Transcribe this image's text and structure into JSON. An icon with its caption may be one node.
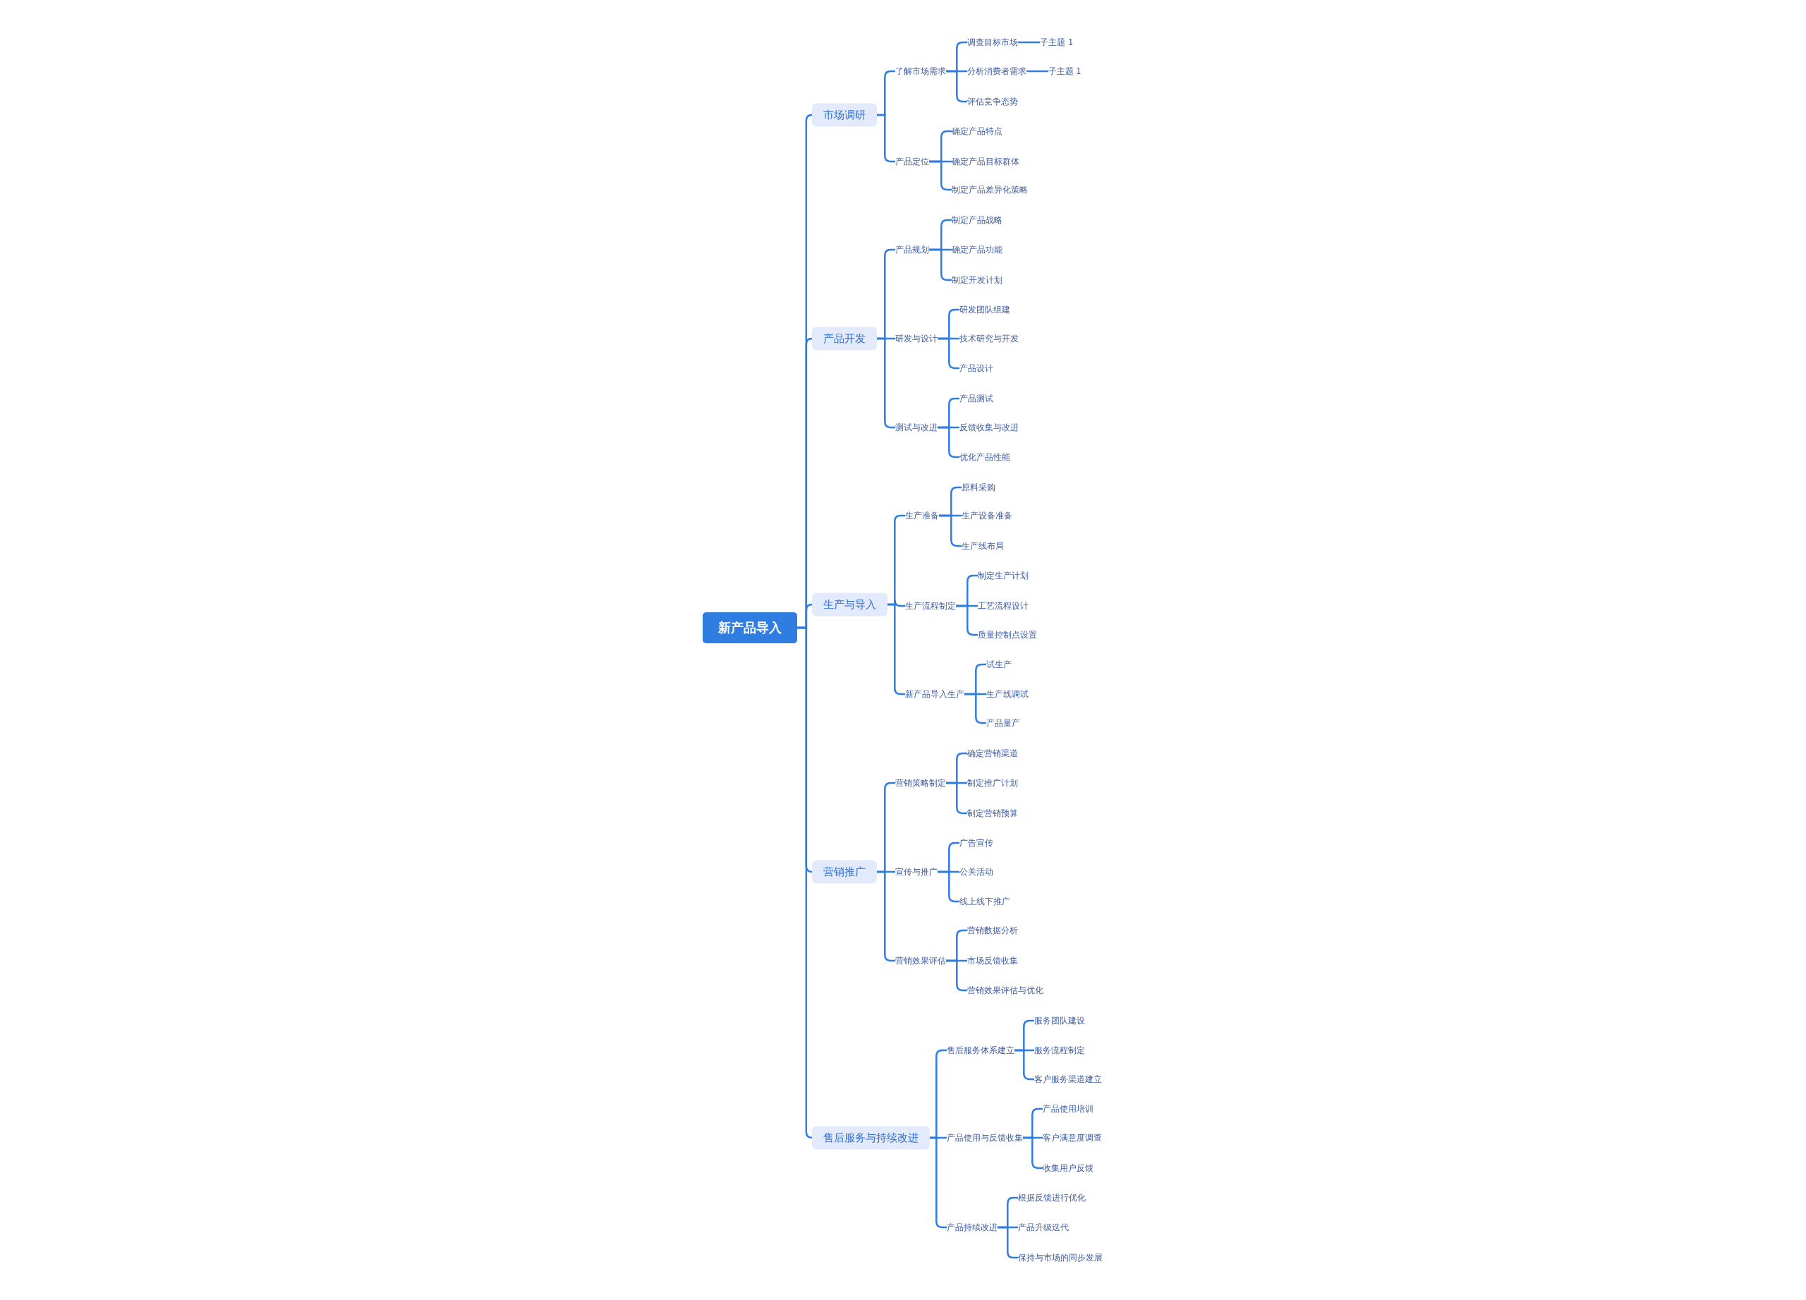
{
  "diagram": {
    "nodes": [
      {
        "text": [
          "新产品导入"
        ]
      },
      {
        "text": [
          "市场调研"
        ]
      },
      {
        "text": [
          "了解市场需求"
        ]
      },
      {
        "text": [
          "调查目标市场"
        ]
      },
      {
        "text": [
          "子主题 1"
        ]
      },
      {
        "text": [
          "分析消费者需求"
        ]
      },
      {
        "text": [
          "子主题 1"
        ]
      },
      {
        "text": [
          "评估竞争态势"
        ]
      },
      {
        "text": [
          "产品定位"
        ]
      },
      {
        "text": [
          "确定产品特点"
        ]
      },
      {
        "text": [
          "确定产品目标群体"
        ]
      },
      {
        "text": [
          "制定产品差异化策略"
        ]
      },
      {
        "text": [
          "产品开发"
        ]
      },
      {
        "text": [
          "产品规划"
        ]
      },
      {
        "text": [
          "制定产品战略"
        ]
      },
      {
        "text": [
          "确定产品功能"
        ]
      },
      {
        "text": [
          "制定开发计划"
        ]
      },
      {
        "text": [
          "研发与设计"
        ]
      },
      {
        "text": [
          "研发团队组建"
        ]
      },
      {
        "text": [
          "技术研究与开发"
        ]
      },
      {
        "text": [
          "产品设计"
        ]
      },
      {
        "text": [
          "测试与改进"
        ]
      },
      {
        "text": [
          "产品测试"
        ]
      },
      {
        "text": [
          "反馈收集与改进"
        ]
      },
      {
        "text": [
          "优化产品性能"
        ]
      },
      {
        "text": [
          "生产与导入"
        ]
      },
      {
        "text": [
          "生产准备"
        ]
      },
      {
        "text": [
          "原料采购"
        ]
      },
      {
        "text": [
          "生产设备准备"
        ]
      },
      {
        "text": [
          "生产线布局"
        ]
      },
      {
        "text": [
          "生产流程制定"
        ]
      },
      {
        "text": [
          "制定生产计划"
        ]
      },
      {
        "text": [
          "工艺流程设计"
        ]
      },
      {
        "text": [
          "质量控制点设置"
        ]
      },
      {
        "text": [
          "新产品导入生产"
        ]
      },
      {
        "text": [
          "试生产"
        ]
      },
      {
        "text": [
          "生产线调试"
        ]
      },
      {
        "text": [
          "产品量产"
        ]
      },
      {
        "text": [
          "营销推广"
        ]
      },
      {
        "text": [
          "营销策略制定"
        ]
      },
      {
        "text": [
          "确定营销渠道"
        ]
      },
      {
        "text": [
          "制定推广计划"
        ]
      },
      {
        "text": [
          "制定营销预算"
        ]
      },
      {
        "text": [
          "宣传与推广"
        ]
      },
      {
        "text": [
          "广告宣传"
        ]
      },
      {
        "text": [
          "公关活动"
        ]
      },
      {
        "text": [
          "线上线下推广"
        ]
      },
      {
        "text": [
          "营销效果评估"
        ]
      },
      {
        "text": [
          "营销数据分析"
        ]
      },
      {
        "text": [
          "市场反馈收集"
        ]
      },
      {
        "text": [
          "营销效果评估与优化"
        ]
      },
      {
        "text": [
          "售后服务与持续改进"
        ]
      },
      {
        "text": [
          "售后服务体系建立"
        ]
      },
      {
        "text": [
          "服务团队建设"
        ]
      },
      {
        "text": [
          "服务流程制定"
        ]
      },
      {
        "text": [
          "客户服务渠道建立"
        ]
      },
      {
        "text": [
          "产品使用与反馈收集"
        ]
      },
      {
        "text": [
          "产品使用培训"
        ]
      },
      {
        "text": [
          "客户满意度调查"
        ]
      },
      {
        "text": [
          "收集用户反馈"
        ]
      },
      {
        "text": [
          "产品持续改进"
        ]
      },
      {
        "text": [
          "根据反馈进行优化"
        ]
      },
      {
        "text": [
          "产品升级迭代"
        ]
      },
      {
        "text": [
          "保持与市场的同步发展"
        ]
      }
    ],
    "edges": [
      {
        "from": 0,
        "to": 1,
        "arrow": "none"
      },
      {
        "from": 1,
        "to": 2,
        "arrow": "none"
      },
      {
        "from": 2,
        "to": 3,
        "arrow": "none"
      },
      {
        "from": 3,
        "to": 4,
        "arrow": "none"
      },
      {
        "from": 2,
        "to": 5,
        "arrow": "none"
      },
      {
        "from": 5,
        "to": 6,
        "arrow": "none"
      },
      {
        "from": 2,
        "to": 7,
        "arrow": "none"
      },
      {
        "from": 1,
        "to": 8,
        "arrow": "none"
      },
      {
        "from": 8,
        "to": 9,
        "arrow": "none"
      },
      {
        "from": 8,
        "to": 10,
        "arrow": "none"
      },
      {
        "from": 8,
        "to": 11,
        "arrow": "none"
      },
      {
        "from": 0,
        "to": 12,
        "arrow": "none"
      },
      {
        "from": 12,
        "to": 13,
        "arrow": "none"
      },
      {
        "from": 13,
        "to": 14,
        "arrow": "none"
      },
      {
        "from": 13,
        "to": 15,
        "arrow": "none"
      },
      {
        "from": 13,
        "to": 16,
        "arrow": "none"
      },
      {
        "from": 12,
        "to": 17,
        "arrow": "none"
      },
      {
        "from": 17,
        "to": 18,
        "arrow": "none"
      },
      {
        "from": 17,
        "to": 19,
        "arrow": "none"
      },
      {
        "from": 17,
        "to": 20,
        "arrow": "none"
      },
      {
        "from": 12,
        "to": 21,
        "arrow": "none"
      },
      {
        "from": 21,
        "to": 22,
        "arrow": "none"
      },
      {
        "from": 21,
        "to": 23,
        "arrow": "none"
      },
      {
        "from": 21,
        "to": 24,
        "arrow": "none"
      },
      {
        "from": 0,
        "to": 25,
        "arrow": "none"
      },
      {
        "from": 25,
        "to": 26,
        "arrow": "none"
      },
      {
        "from": 26,
        "to": 27,
        "arrow": "none"
      },
      {
        "from": 26,
        "to": 28,
        "arrow": "none"
      },
      {
        "from": 26,
        "to": 29,
        "arrow": "none"
      },
      {
        "from": 25,
        "to": 30,
        "arrow": "none"
      },
      {
        "from": 30,
        "to": 31,
        "arrow": "none"
      },
      {
        "from": 30,
        "to": 32,
        "arrow": "none"
      },
      {
        "from": 30,
        "to": 33,
        "arrow": "none"
      },
      {
        "from": 25,
        "to": 34,
        "arrow": "none"
      },
      {
        "from": 34,
        "to": 35,
        "arrow": "none"
      },
      {
        "from": 34,
        "to": 36,
        "arrow": "none"
      },
      {
        "from": 34,
        "to": 37,
        "arrow": "none"
      },
      {
        "from": 0,
        "to": 38,
        "arrow": "none"
      },
      {
        "from": 38,
        "to": 39,
        "arrow": "none"
      },
      {
        "from": 39,
        "to": 40,
        "arrow": "none"
      },
      {
        "from": 39,
        "to": 41,
        "arrow": "none"
      },
      {
        "from": 39,
        "to": 42,
        "arrow": "none"
      },
      {
        "from": 38,
        "to": 43,
        "arrow": "none"
      },
      {
        "from": 43,
        "to": 44,
        "arrow": "none"
      },
      {
        "from": 43,
        "to": 45,
        "arrow": "none"
      },
      {
        "from": 43,
        "to": 46,
        "arrow": "none"
      },
      {
        "from": 38,
        "to": 47,
        "arrow": "none"
      },
      {
        "from": 47,
        "to": 48,
        "arrow": "none"
      },
      {
        "from": 47,
        "to": 49,
        "arrow": "none"
      },
      {
        "from": 47,
        "to": 50,
        "arrow": "none"
      },
      {
        "from": 0,
        "to": 51,
        "arrow": "none"
      },
      {
        "from": 51,
        "to": 52,
        "arrow": "none"
      },
      {
        "from": 52,
        "to": 53,
        "arrow": "none"
      },
      {
        "from": 52,
        "to": 54,
        "arrow": "none"
      },
      {
        "from": 52,
        "to": 55,
        "arrow": "none"
      },
      {
        "from": 51,
        "to": 56,
        "arrow": "none"
      },
      {
        "from": 56,
        "to": 57,
        "arrow": "none"
      },
      {
        "from": 56,
        "to": 58,
        "arrow": "none"
      },
      {
        "from": 56,
        "to": 59,
        "arrow": "none"
      },
      {
        "from": 51,
        "to": 60,
        "arrow": "none"
      },
      {
        "from": 60,
        "to": 61,
        "arrow": "none"
      },
      {
        "from": 60,
        "to": 62,
        "arrow": "none"
      },
      {
        "from": 60,
        "to": 63,
        "arrow": "none"
      }
    ]
  }
}
